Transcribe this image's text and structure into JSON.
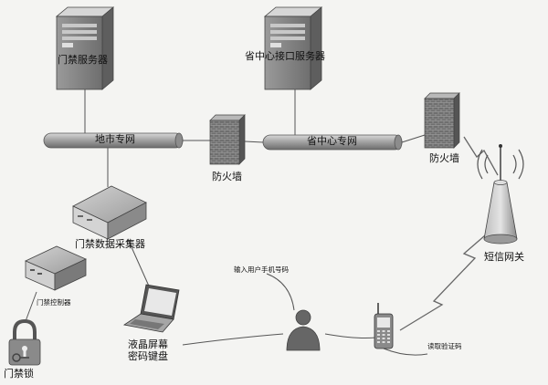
{
  "labels": {
    "access_server": "门禁服务器",
    "province_server": "省中心接口服务器",
    "city_network": "地市专网",
    "province_network": "省中心专网",
    "firewall_left": "防火墙",
    "firewall_right": "防火墙",
    "sms_gateway": "短信网关",
    "data_collector": "门禁数据采集器",
    "access_controller": "门禁控制器",
    "door_lock": "门禁锁",
    "lcd_keypad_line1": "液晶屏幕",
    "lcd_keypad_line2": "密码键盘",
    "input_phone": "输入用户手机号码",
    "read_code": "读取验证码"
  },
  "colors": {
    "background": "#f4f4f2",
    "device_gray": "#8e8e8e",
    "pipe_gray": "#9a9a9a",
    "line": "#555555"
  }
}
